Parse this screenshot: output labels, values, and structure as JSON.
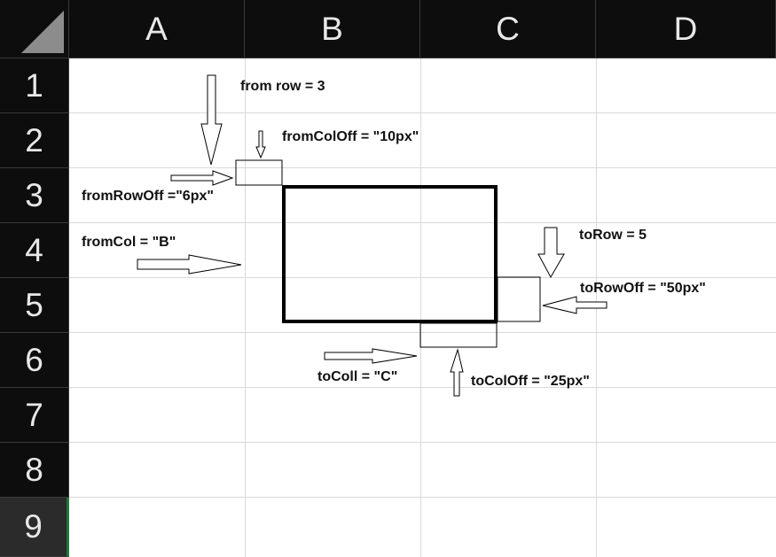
{
  "columns": [
    "A",
    "B",
    "C",
    "D"
  ],
  "rows": [
    "1",
    "2",
    "3",
    "4",
    "5",
    "6",
    "7",
    "8",
    "9"
  ],
  "selected_row": "9",
  "labels": {
    "from_row": "from row = 3",
    "from_col_off": "fromColOff = \"10px\"",
    "from_row_off": "fromRowOff =\"6px\"",
    "from_col": "fromCol  = \"B\"",
    "to_row": "toRow = 5",
    "to_row_off": "toRowOff = \"50px\"",
    "to_col": "toColl = \"C\"",
    "to_col_off": "toColOff = \"25px\""
  },
  "colors": {
    "header_bg": "#0d0d0d",
    "header_text": "#e8e8e8",
    "grid_line": "#d9d9d9",
    "selected_row_accent": "#1e7a3c"
  }
}
